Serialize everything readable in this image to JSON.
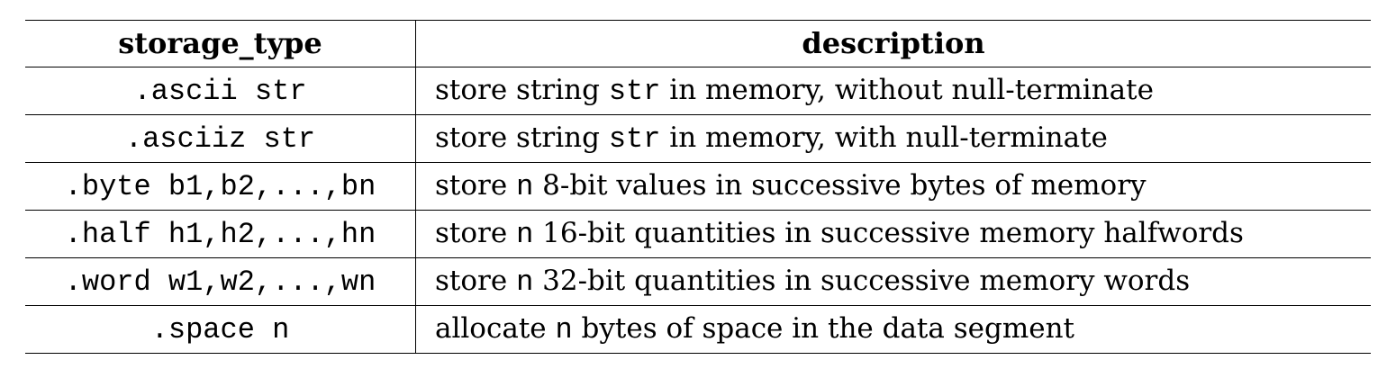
{
  "header": {
    "col1": "storage_type",
    "col2": "description"
  },
  "rows": [
    {
      "type": ".ascii str",
      "pre": "store string ",
      "code": "str",
      "post": " in memory, without null-terminate"
    },
    {
      "type": ".asciiz str",
      "pre": "store string ",
      "code": "str",
      "post": " in memory, with null-terminate"
    },
    {
      "type": ".byte b1,b2,...,bn",
      "pre": "store ",
      "code": "n",
      "post": " 8-bit values in successive bytes of memory"
    },
    {
      "type": ".half h1,h2,...,hn",
      "pre": "store ",
      "code": "n",
      "post": " 16-bit quantities in successive memory halfwords"
    },
    {
      "type": ".word w1,w2,...,wn",
      "pre": "store ",
      "code": "n",
      "post": " 32-bit quantities in successive memory words"
    },
    {
      "type": ".space n",
      "pre": "allocate ",
      "code": "n",
      "post": " bytes of space in the data segment"
    }
  ]
}
